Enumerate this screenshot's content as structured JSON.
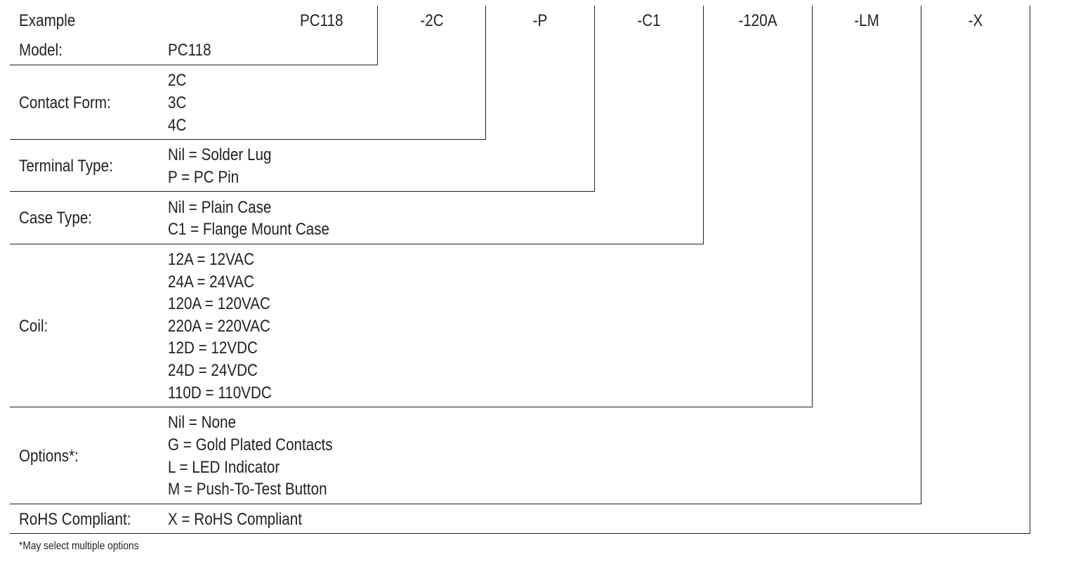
{
  "example": {
    "label": "Example",
    "parts": [
      "PC118",
      "-2C",
      "-P",
      "-C1",
      "-120A",
      "-LM",
      "-X"
    ]
  },
  "rows": [
    {
      "label": "Model:",
      "options": [
        "PC118"
      ]
    },
    {
      "label": "Contact Form:",
      "options": [
        "2C",
        "3C",
        "4C"
      ]
    },
    {
      "label": "Terminal Type:",
      "options": [
        "Nil = Solder Lug",
        "P = PC Pin"
      ]
    },
    {
      "label": "Case Type:",
      "options": [
        "Nil = Plain Case",
        "C1 = Flange Mount Case"
      ]
    },
    {
      "label": "Coil:",
      "options": [
        "12A = 12VAC",
        "24A = 24VAC",
        "120A = 120VAC",
        "220A = 220VAC",
        "12D = 12VDC",
        "24D = 24VDC",
        "110D = 110VDC"
      ]
    },
    {
      "label": "Options*:",
      "options": [
        "Nil = None",
        "G = Gold Plated Contacts",
        "L = LED Indicator",
        "M = Push-To-Test Button"
      ]
    },
    {
      "label": "RoHS Compliant:",
      "options": [
        "X = RoHS Compliant"
      ]
    }
  ],
  "footnote": "*May select multiple options"
}
